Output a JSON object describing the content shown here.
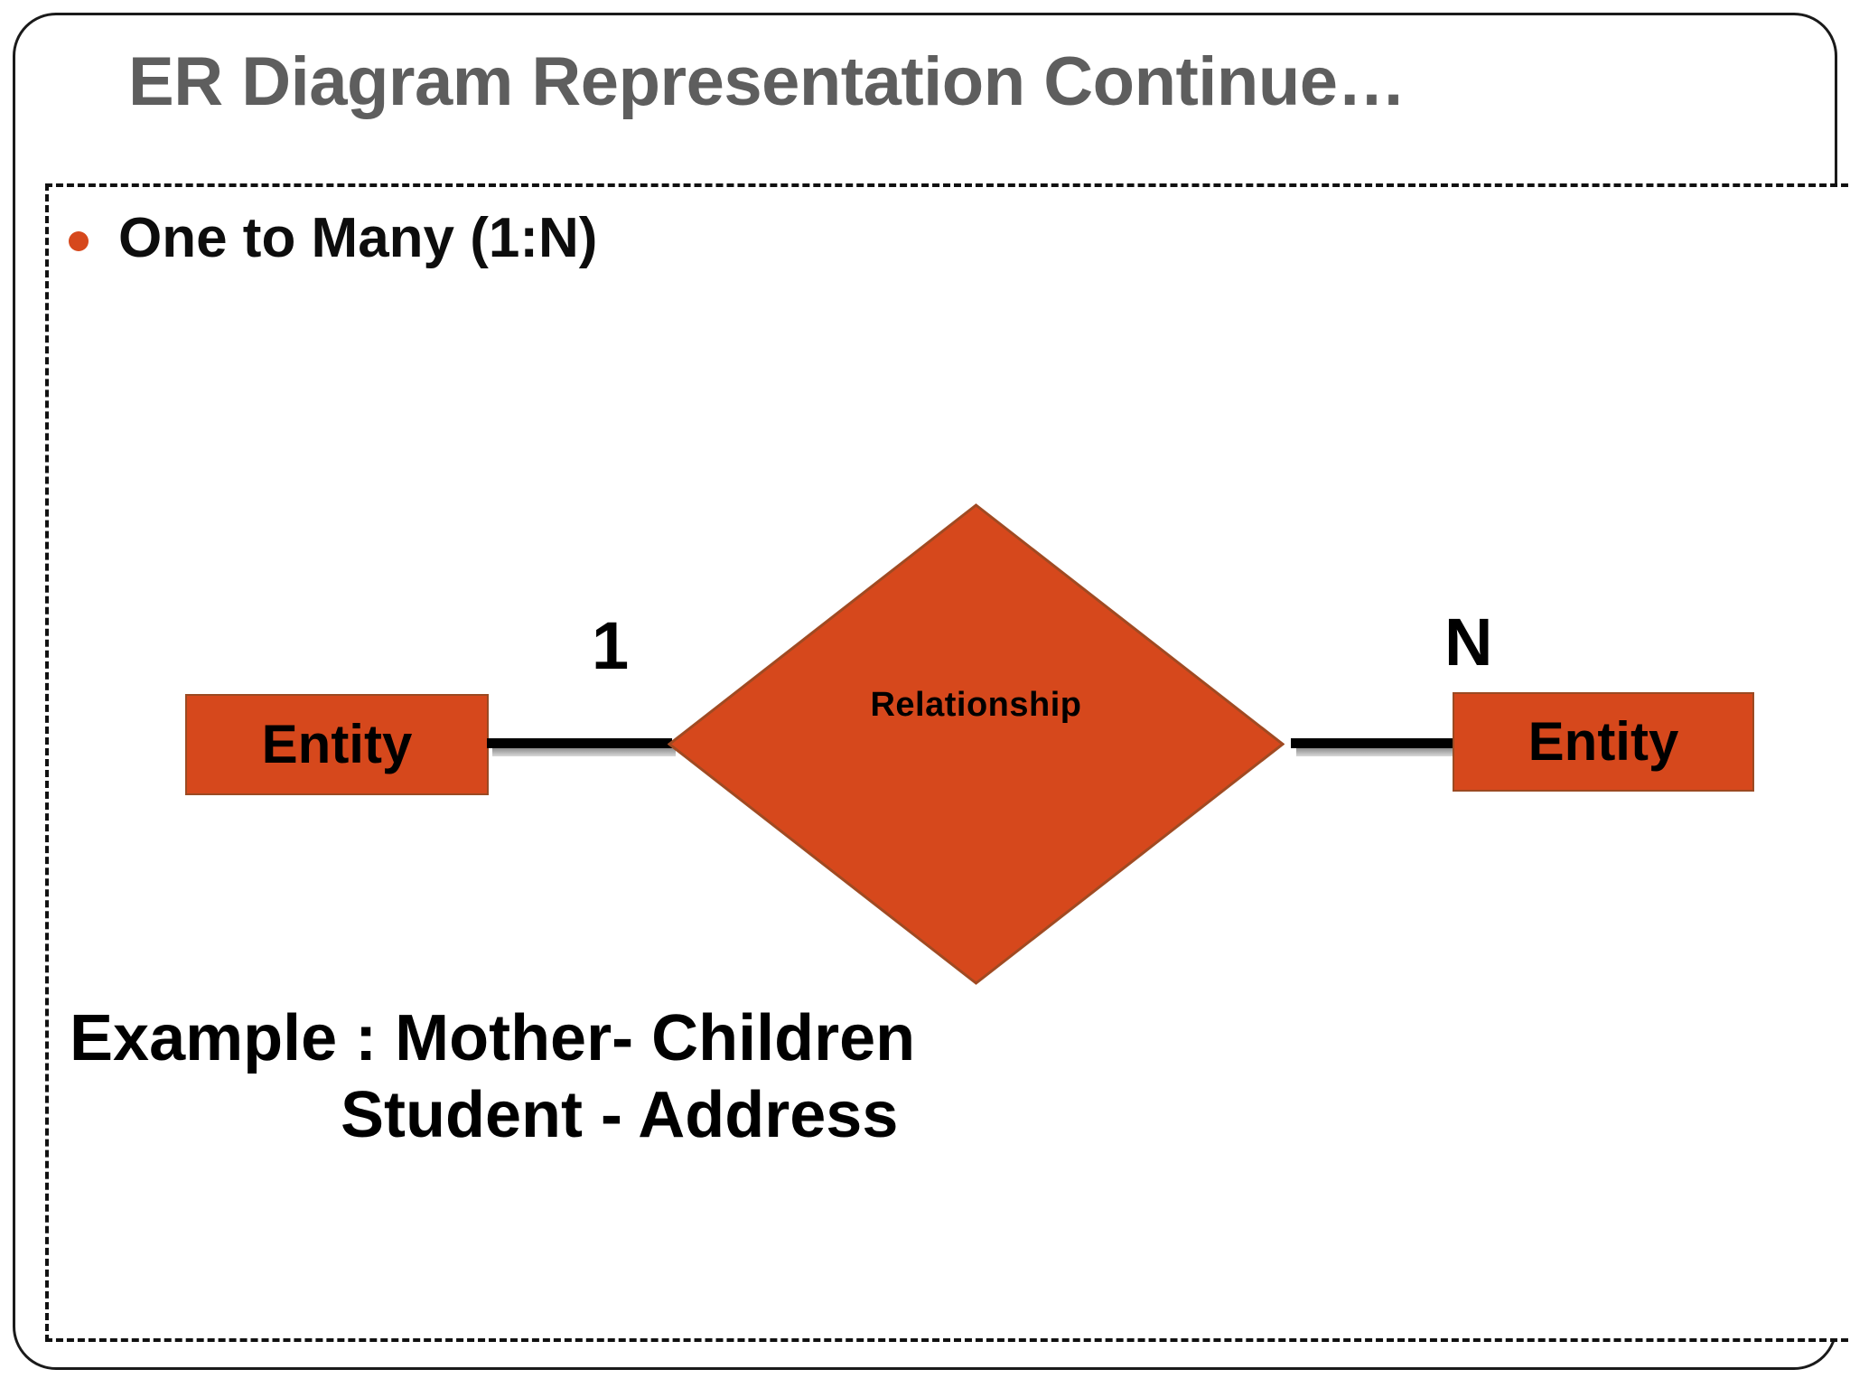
{
  "slide": {
    "title": "ER Diagram Representation Continue…",
    "title_color": "#5e5e5e",
    "accent_color": "#d6481c",
    "text_color": "#000000"
  },
  "content": {
    "bullet": {
      "marker": "bullet-dot",
      "label": "One to Many (1:N)"
    },
    "diagram": {
      "type": "er-diagram",
      "left_entity": "Entity",
      "right_entity": "Entity",
      "relationship": "Relationship",
      "left_cardinality": "1",
      "right_cardinality": "N",
      "shape_fill": "#d6481c",
      "connector_color": "#000000"
    },
    "example": {
      "line1": "Example : Mother- Children",
      "line2": "Student - Address"
    }
  }
}
